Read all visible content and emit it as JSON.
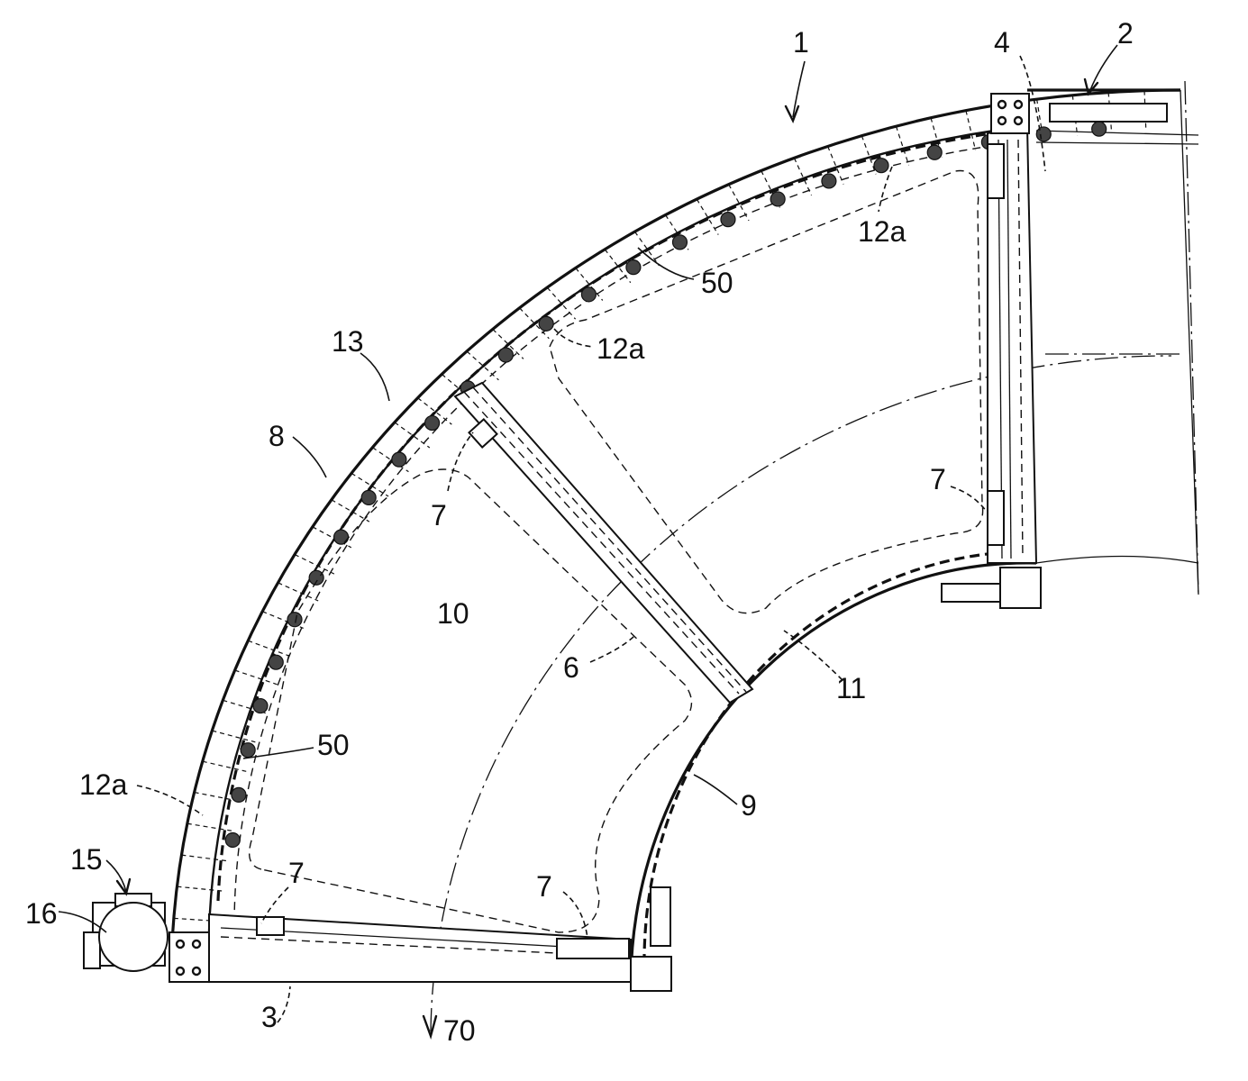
{
  "labels": {
    "l1": "1",
    "l2": "2",
    "l3": "3",
    "l4": "4",
    "l6": "6",
    "l7a": "7",
    "l7b": "7",
    "l7c": "7",
    "l7d": "7",
    "l8": "8",
    "l9": "9",
    "l10": "10",
    "l11": "11",
    "l12a_top": "12a",
    "l12a_mid": "12a",
    "l12a_bot": "12a",
    "l13": "13",
    "l15": "15",
    "l16": "16",
    "l50_top": "50",
    "l50_bot": "50",
    "l70": "70"
  }
}
